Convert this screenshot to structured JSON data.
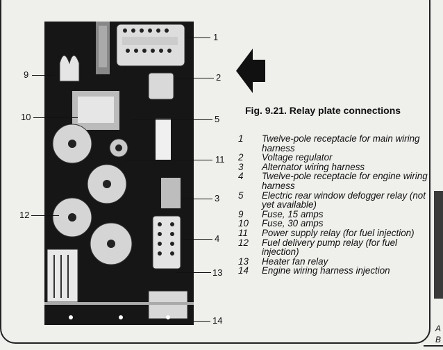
{
  "figure": {
    "caption": "Fig. 9.21. Relay plate connections",
    "callouts": [
      "1",
      "2",
      "9",
      "10",
      "5",
      "11",
      "3",
      "4",
      "12",
      "13",
      "14"
    ]
  },
  "legend": [
    {
      "num": "1",
      "text": "Twelve-pole receptacle for main wiring harness"
    },
    {
      "num": "2",
      "text": "Voltage regulator"
    },
    {
      "num": "3",
      "text": "Alternator wiring harness"
    },
    {
      "num": "4",
      "text": "Twelve-pole receptacle for engine wiring harness"
    },
    {
      "num": "5",
      "text": "Electric rear window defogger relay (not yet available)"
    },
    {
      "num": "9",
      "text": "Fuse, 15 amps"
    },
    {
      "num": "10",
      "text": "Fuse, 30 amps"
    },
    {
      "num": "11",
      "text": "Power supply relay (for fuel injection)"
    },
    {
      "num": "12",
      "text": "Fuel delivery pump relay (for fuel injection)"
    },
    {
      "num": "13",
      "text": "Heater fan relay"
    },
    {
      "num": "14",
      "text": "Engine wiring harness injection"
    }
  ],
  "corner": {
    "a": "A",
    "b": "B"
  }
}
